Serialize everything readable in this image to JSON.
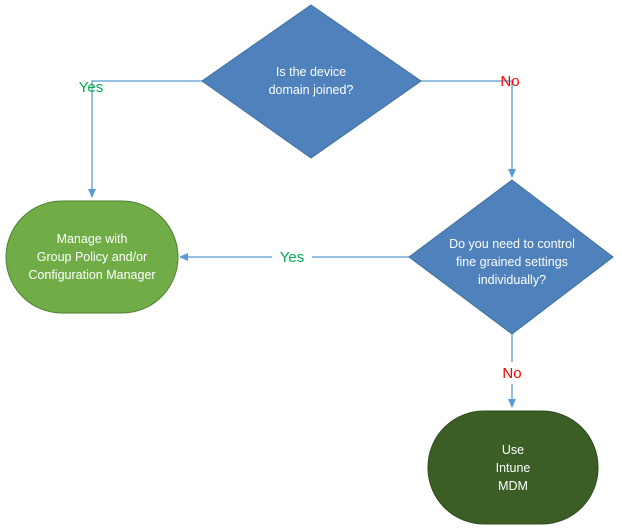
{
  "colors": {
    "decision_fill": "#4f81bd",
    "decision_stroke": "#41719c",
    "green_fill": "#70ad47",
    "green_stroke": "#507e32",
    "dark_green_fill": "#3b5e25",
    "dark_green_stroke": "#2f4b1d",
    "arrow": "#5b9bd5",
    "yes_text": "#00b050",
    "no_text": "#ff0000",
    "node_text": "#ffffff"
  },
  "nodes": {
    "domain_joined": {
      "line1": "Is the device",
      "line2": "domain joined?"
    },
    "fine_grained": {
      "line1": "Do you need to control",
      "line2": "fine grained settings",
      "line3": "individually?"
    },
    "group_policy": {
      "line1": "Manage with",
      "line2": "Group Policy and/or",
      "line3": "Configuration Manager"
    },
    "intune": {
      "line1": "Use",
      "line2": "Intune",
      "line3": "MDM"
    }
  },
  "edges": {
    "domain_yes": "Yes",
    "domain_no": "No",
    "fine_yes": "Yes",
    "fine_no": "No"
  }
}
